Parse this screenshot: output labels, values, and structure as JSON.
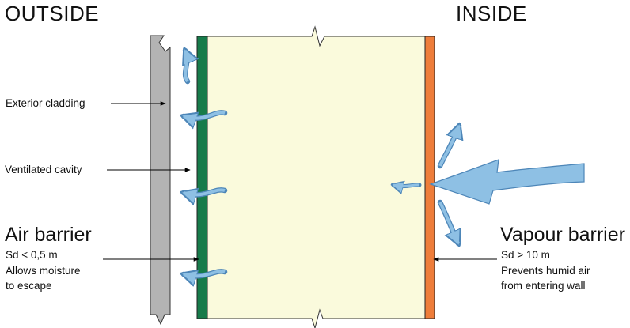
{
  "headings": {
    "outside": "OUTSIDE",
    "inside": "INSIDE"
  },
  "labels": {
    "exterior_cladding": "Exterior cladding",
    "ventilated_cavity": "Ventilated cavity"
  },
  "air_barrier": {
    "title": "Air barrier",
    "sd": "Sd < 0,5 m",
    "desc_line1": "Allows moisture",
    "desc_line2": "to escape"
  },
  "vapour_barrier": {
    "title": "Vapour barrier",
    "sd": "Sd > 10 m",
    "desc_line1": "Prevents humid air",
    "desc_line2": "from entering wall"
  },
  "colors": {
    "cladding": "#b3b3b3",
    "air_barrier": "#177b4a",
    "insulation": "#fafadc",
    "vapour_barrier": "#ee7d3a",
    "arrow_fill": "#8ec0e4",
    "arrow_stroke": "#4d86b8"
  }
}
